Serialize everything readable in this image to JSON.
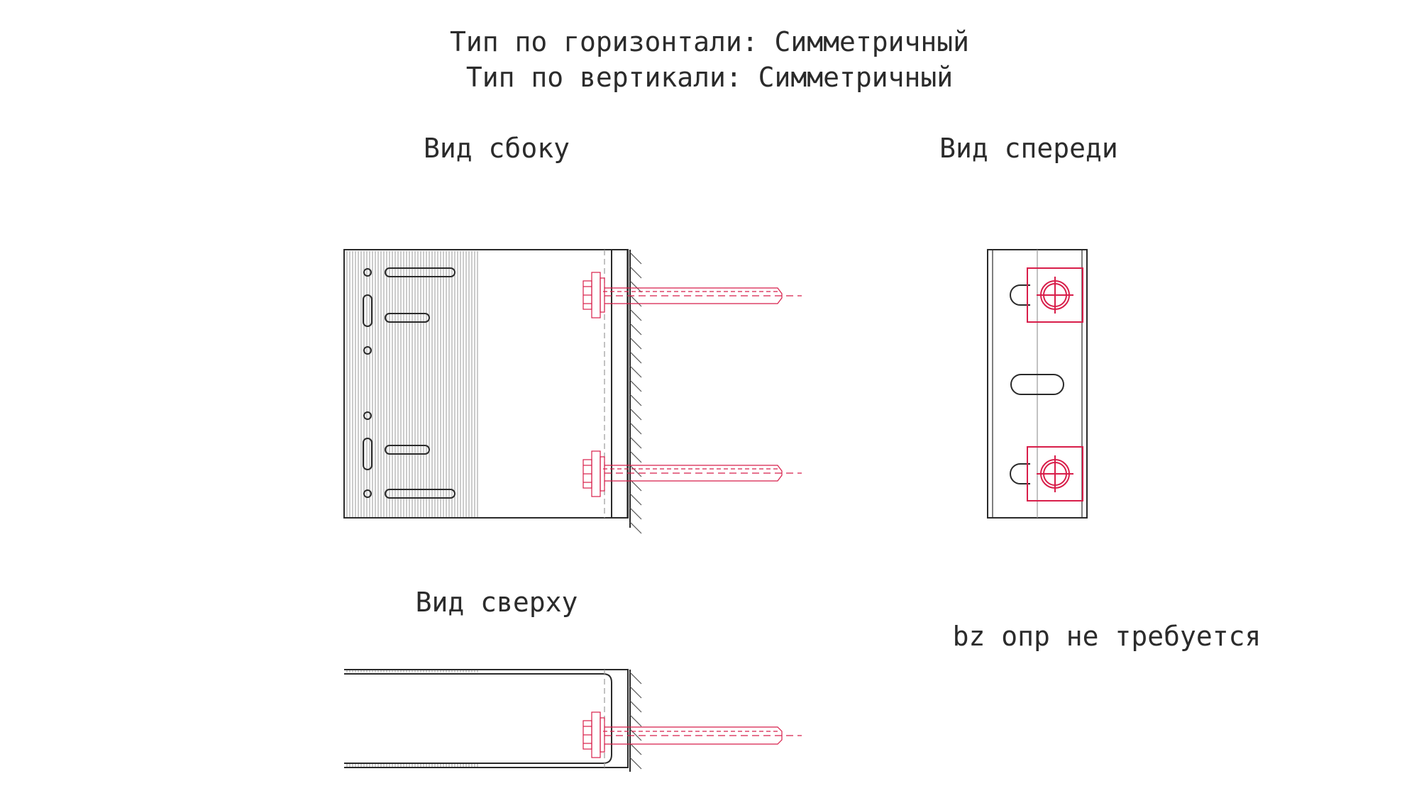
{
  "header": {
    "line1": "Тип по горизонтали: Симметричный",
    "line2": "Тип по вертикали: Симметричный"
  },
  "views": {
    "side": {
      "label": "Вид сбоку"
    },
    "front": {
      "label": "Вид спереди"
    },
    "top": {
      "label": "Вид сверху"
    }
  },
  "note": "bz опр не требуется",
  "colors": {
    "ink": "#2a2a2a",
    "anchor": "#d81e4a",
    "text": "#2b2b2b"
  }
}
